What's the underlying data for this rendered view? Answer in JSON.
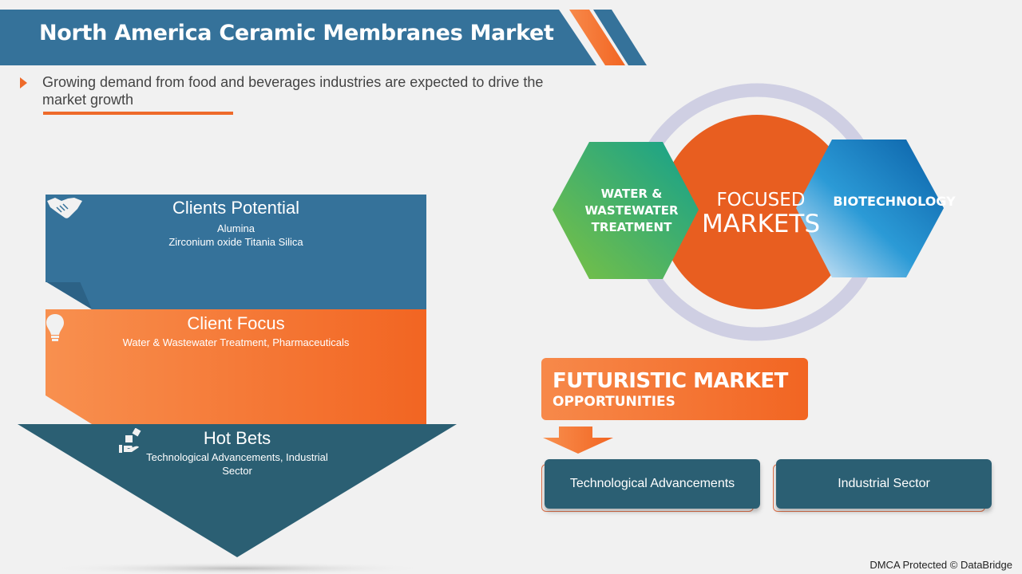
{
  "header": {
    "title": "North America Ceramic Membranes Market",
    "subtitle": "Growing demand from food and beverages industries are expected to drive the market growth"
  },
  "funnel": {
    "tiers": [
      {
        "title": "Clients Potential",
        "icon": "handshake-icon",
        "lines": [
          "Alumina",
          "Zirconium oxide Titania Silica"
        ],
        "color": "#35729a"
      },
      {
        "title": "Client Focus",
        "icon": "lightbulb-icon",
        "lines": [
          "Water & Wastewater Treatment, Pharmaceuticals"
        ],
        "color": "#f26f2e"
      },
      {
        "title": "Hot Bets",
        "icon": "dice-hand-icon",
        "lines": [
          "Technological Advancements, Industrial",
          "Sector"
        ],
        "color": "#2b5f73"
      }
    ]
  },
  "focused_markets": {
    "center_line1": "FOCUSED",
    "center_line2": "MARKETS",
    "left_hex": "WATER & WASTEWATER TREATMENT",
    "left_hex_lines": [
      "WATER &",
      "WASTEWATER",
      "TREATMENT"
    ],
    "right_hex": "BIOTECHNOLOGY",
    "colors": {
      "circle": "#e85e20",
      "ring": "#cfcfe3",
      "left_from": "#7cc242",
      "left_to": "#13a08e",
      "right_from": "#d6e8f8",
      "right_to": "#0a5fa6"
    }
  },
  "futuristic": {
    "title": "FUTURISTIC MARKET",
    "subtitle": "OPPORTUNITIES",
    "cards": [
      "Technological Advancements",
      "Industrial Sector"
    ]
  },
  "footer": {
    "text": "DMCA Protected © DataBridge"
  }
}
